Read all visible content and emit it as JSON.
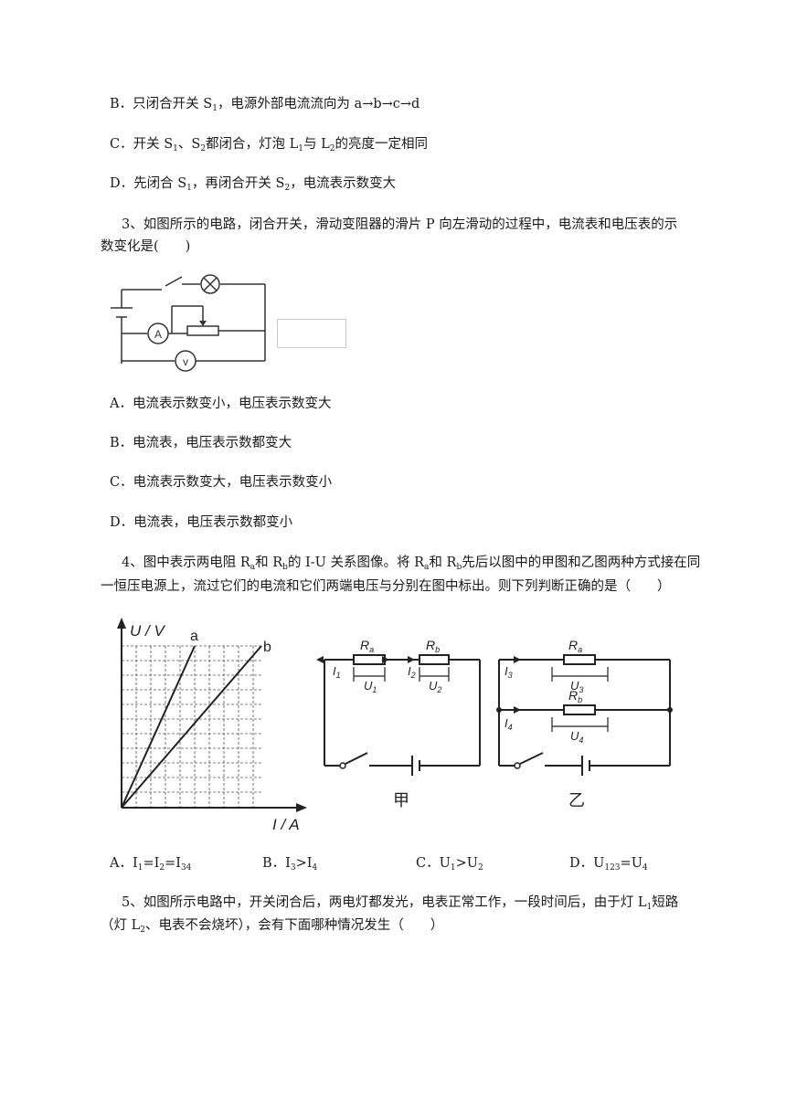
{
  "q2": {
    "optB": {
      "p1": "B．只闭合开关 S",
      "s1": "1",
      "p2": "，电源外部电流流向为 a→b→c→d"
    },
    "optC": {
      "p1": "C．开关 S",
      "s1": "1",
      "p2": "、S",
      "s2": "2",
      "p3": "都闭合，灯泡 L",
      "s3": "1",
      "p4": "与 L",
      "s4": "2",
      "p5": "的亮度一定相同"
    },
    "optD": {
      "p1": "D．先闭合 S",
      "s1": "1",
      "p2": "，再闭合开关 S",
      "s2": "2",
      "p3": "，电流表示数变大"
    }
  },
  "q3": {
    "stem_line1": "3、如图所示的电路，闭合开关，滑动变阻器的滑片 P 向左滑动的过程中，电流表和电压表的示",
    "stem_line2": "数变化是(　　)",
    "figure": {
      "ammeter": "A",
      "voltmeter": "v"
    },
    "optA": "A．电流表示数变小，电压表示数变大",
    "optB": "B．电流表，电压表示数都变大",
    "optC": "C．电流表示数变大，电压表示数变小",
    "optD": "D．电流表，电压表示数都变小"
  },
  "q4": {
    "stem_line1": {
      "p1": "4、图中表示两电阻 R",
      "s1": "a",
      "p2": "和 R",
      "s2": "b",
      "p3": "的 I-U 关系图像。将 R",
      "s3": "a",
      "p4": "和 R",
      "s4": "b",
      "p5": "先后以图中的甲图和乙图两种方式接在同"
    },
    "stem_line2": "一恒压电源上，流过它们的电流和它们两端电压与分别在图中标出。则下列判断正确的是（　　）",
    "graph": {
      "ylabel": "U / V",
      "xlabel": "I / A",
      "line_a": "a",
      "line_b": "b"
    },
    "circuit_jia": {
      "caption": "甲",
      "Ra": "R",
      "Ra_sub": "a",
      "Rb": "R",
      "Rb_sub": "b",
      "I1": "I",
      "I1_sub": "1",
      "I2": "I",
      "I2_sub": "2",
      "U1": "U",
      "U1_sub": "1",
      "U2": "U",
      "U2_sub": "2"
    },
    "circuit_yi": {
      "caption": "乙",
      "Ra": "R",
      "Ra_sub": "a",
      "Rb": "R",
      "Rb_sub": "b",
      "I3": "I",
      "I3_sub": "3",
      "I4": "I",
      "I4_sub": "4",
      "U3": "U",
      "U3_sub": "3",
      "U4": "U",
      "U4_sub": "4"
    },
    "optA": {
      "p1": "A．I",
      "s1": "1",
      "p2": "=I",
      "s2": "2",
      "p3": "=I",
      "s3": "34"
    },
    "optB": {
      "p1": "B．I",
      "s1": "3",
      "p2": ">I",
      "s2": "4"
    },
    "optC": {
      "p1": "C．U",
      "s1": "1",
      "p2": ">U",
      "s2": "2"
    },
    "optD": {
      "p1": "D．U",
      "s1": "123",
      "p2": "=U",
      "s2": "4"
    }
  },
  "q5": {
    "stem_line1": {
      "p1": "5、如图所示电路中，开关闭合后，两电灯都发光，电表正常工作，一段时间后，由于灯 L",
      "s1": "1",
      "p2": "短路"
    },
    "stem_line2": {
      "p1": "（灯 L",
      "s1": "2",
      "p2": "、电表不会烧坏），会有下面哪种情况发生（　　）"
    }
  }
}
